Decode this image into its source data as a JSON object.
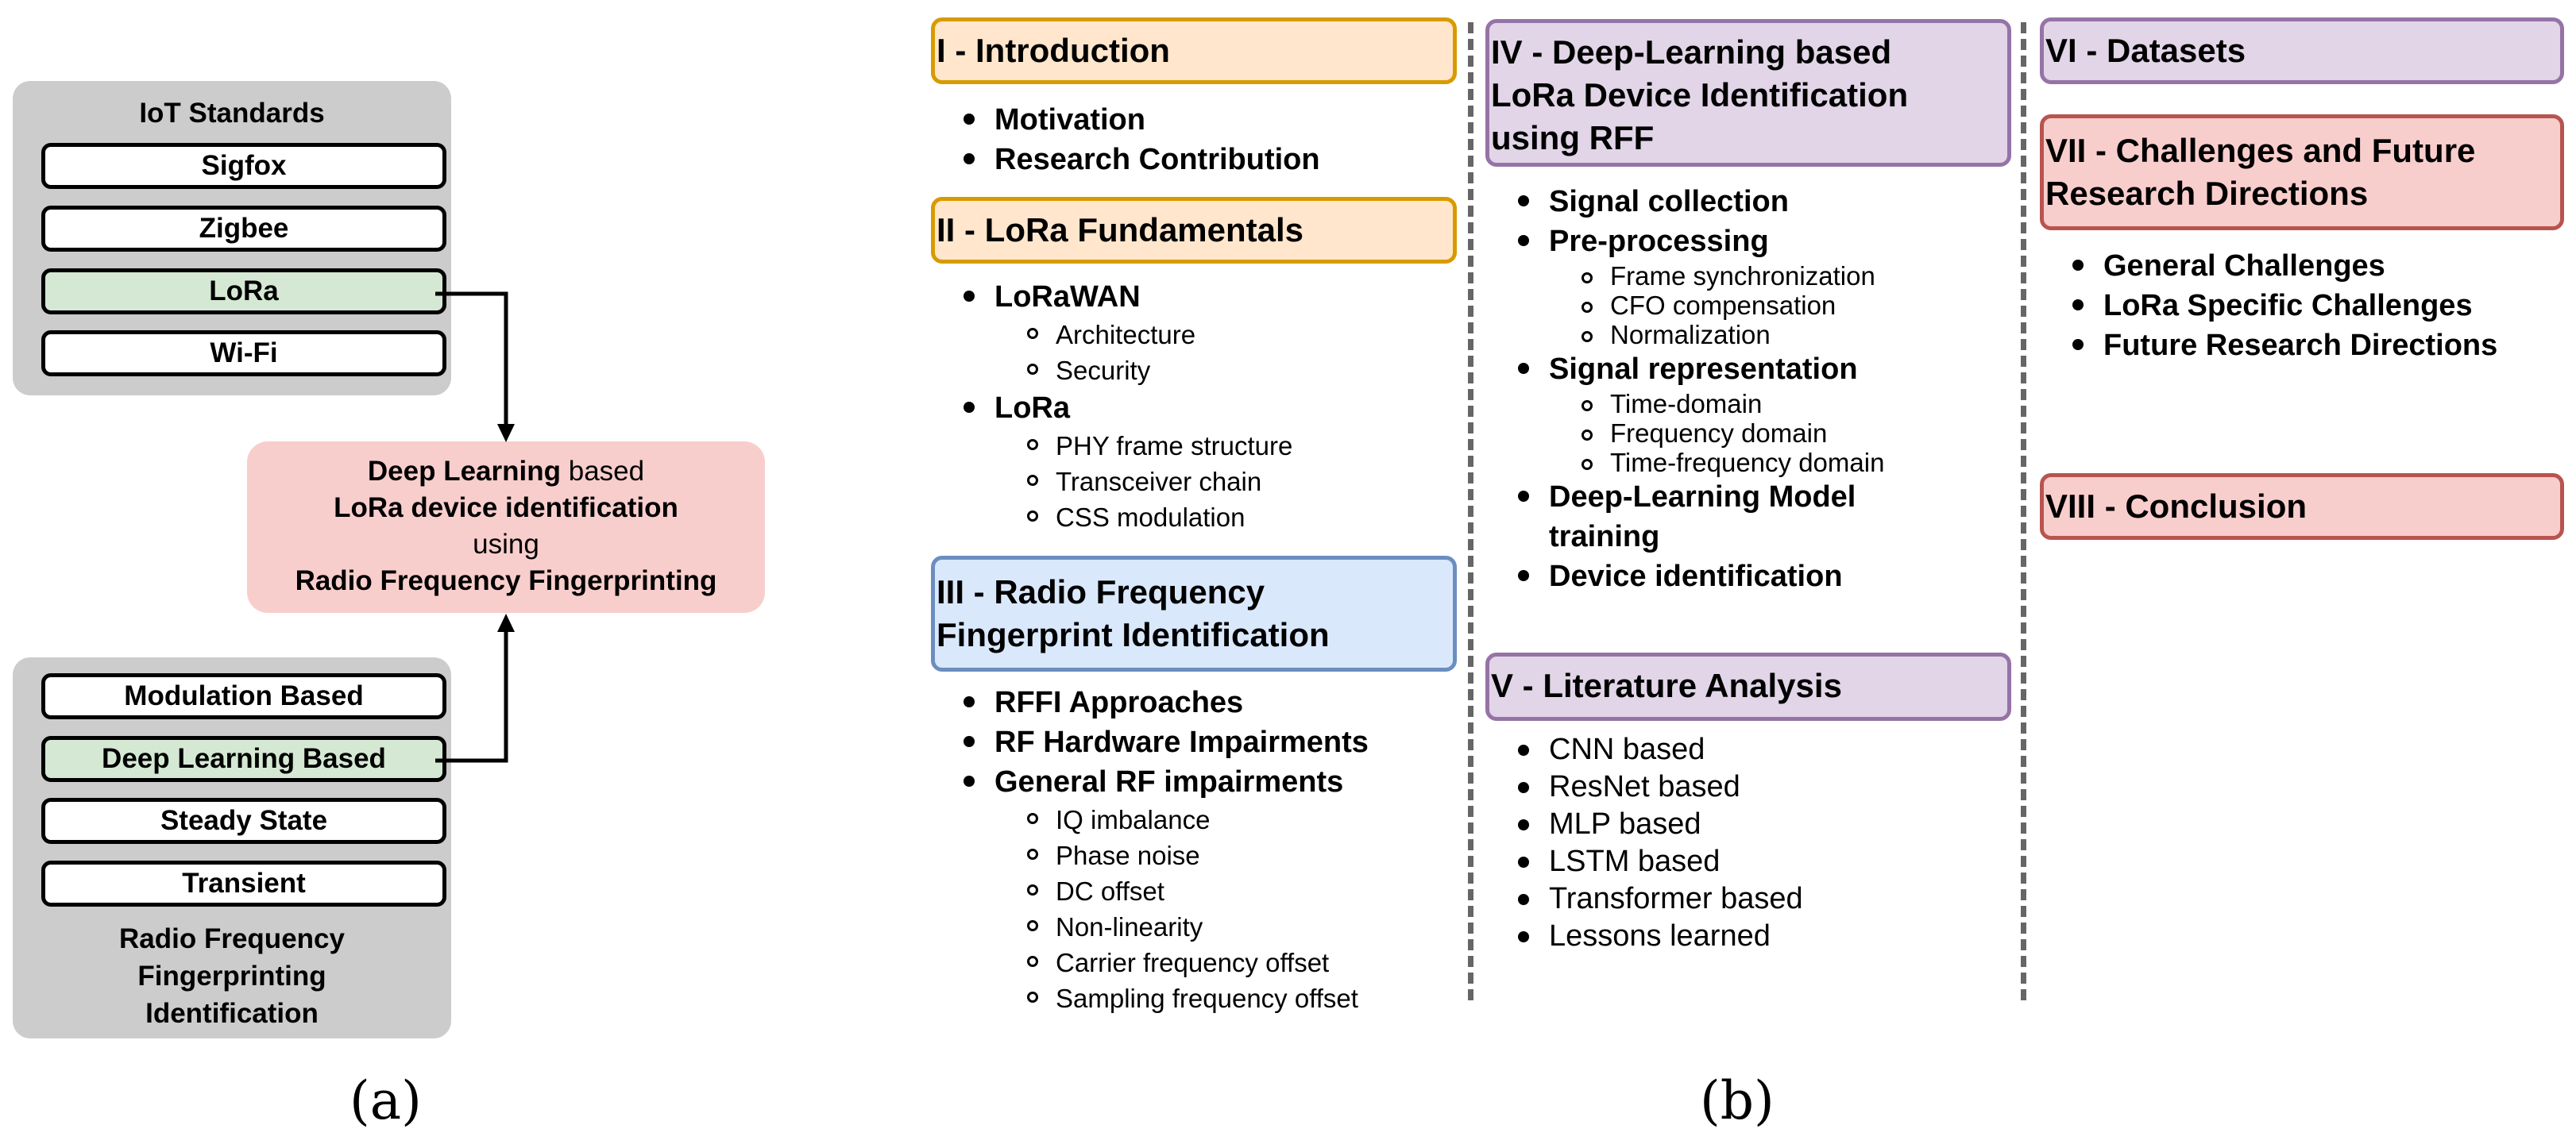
{
  "panel_a": {
    "iot_group": {
      "title": "IoT Standards",
      "items": [
        "Sigfox",
        "Zigbee",
        "LoRa",
        "Wi-Fi"
      ]
    },
    "center": {
      "line1_bold": "Deep Learning",
      "line1_rest": " based",
      "line2": "LoRa device identification",
      "line3": "using",
      "line4": "Radio Frequency Fingerprinting"
    },
    "rffi_group": {
      "items": [
        "Modulation Based",
        "Deep Learning Based",
        "Steady State",
        "Transient"
      ],
      "title_lines": [
        "Radio Frequency",
        "Fingerprinting",
        "Identification"
      ]
    },
    "caption": "(a)"
  },
  "panel_b": {
    "caption": "(b)",
    "s1": {
      "title": "I - Introduction",
      "items": [
        "Motivation",
        "Research Contribution"
      ]
    },
    "s2": {
      "title": "II - LoRa Fundamentals",
      "groups": [
        {
          "label": "LoRaWAN",
          "subs": [
            "Architecture",
            "Security"
          ]
        },
        {
          "label": "LoRa",
          "subs": [
            "PHY frame structure",
            "Transceiver chain",
            "CSS modulation"
          ]
        }
      ]
    },
    "s3": {
      "title_lines": [
        "III - Radio Frequency",
        "Fingerprint Identification"
      ],
      "items": [
        "RFFI Approaches",
        "RF Hardware Impairments",
        "General RF impairments"
      ],
      "subs": [
        "IQ imbalance",
        "Phase noise",
        "DC offset",
        "Non-linearity",
        "Carrier frequency offset",
        "Sampling frequency offset"
      ]
    },
    "s4": {
      "title_lines": [
        "IV - Deep-Learning based",
        "LoRa Device Identification",
        "using RFF"
      ],
      "item1": "Signal collection",
      "item2": "Pre-processing",
      "item2_subs": [
        "Frame synchronization",
        "CFO compensation",
        "Normalization"
      ],
      "item3": "Signal representation",
      "item3_subs": [
        "Time-domain",
        "Frequency domain",
        "Time-frequency domain"
      ],
      "item4_lines": [
        "Deep-Learning Model",
        "training"
      ],
      "item5": "Device identification"
    },
    "s5": {
      "title": "V - Literature Analysis",
      "items": [
        "CNN based",
        "ResNet based",
        "MLP based",
        "LSTM based",
        "Transformer based",
        "Lessons learned"
      ]
    },
    "s6": {
      "title": "VI - Datasets"
    },
    "s7": {
      "title_lines": [
        "VII - Challenges and Future",
        "Research Directions"
      ],
      "items": [
        "General Challenges",
        "LoRa Specific Challenges",
        "Future Research Directions"
      ]
    },
    "s8": {
      "title": "VIII - Conclusion"
    }
  }
}
